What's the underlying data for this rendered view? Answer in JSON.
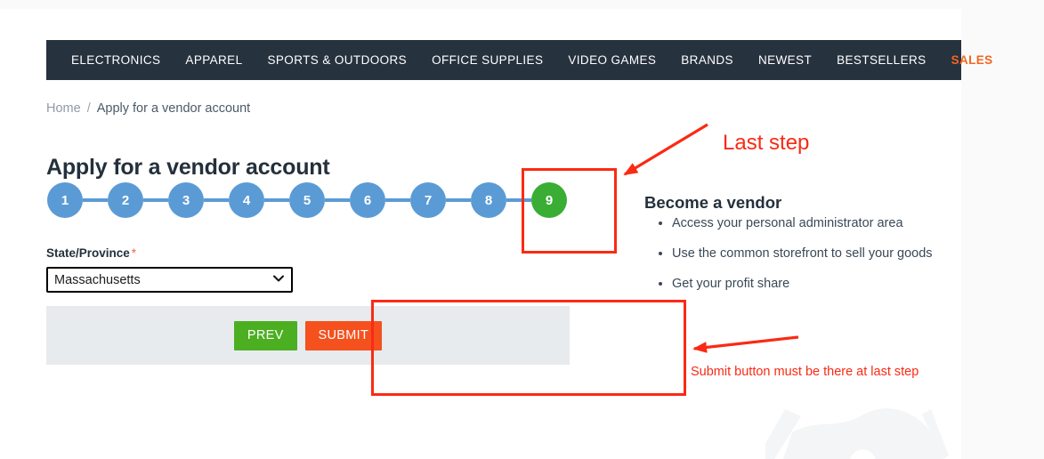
{
  "nav": {
    "items": [
      {
        "label": "ELECTRONICS",
        "highlight": false
      },
      {
        "label": "APPAREL",
        "highlight": false
      },
      {
        "label": "SPORTS & OUTDOORS",
        "highlight": false
      },
      {
        "label": "OFFICE SUPPLIES",
        "highlight": false
      },
      {
        "label": "VIDEO GAMES",
        "highlight": false
      },
      {
        "label": "BRANDS",
        "highlight": false
      },
      {
        "label": "NEWEST",
        "highlight": false
      },
      {
        "label": "BESTSELLERS",
        "highlight": false
      },
      {
        "label": "SALES",
        "highlight": true
      }
    ],
    "background_color": "#27323f",
    "sales_color": "#f4661e"
  },
  "breadcrumb": {
    "home": "Home",
    "separator": "/",
    "current": "Apply for a vendor account"
  },
  "page": {
    "title": "Apply for a vendor account"
  },
  "stepper": {
    "steps": [
      {
        "number": "1",
        "state": "done"
      },
      {
        "number": "2",
        "state": "done"
      },
      {
        "number": "3",
        "state": "done"
      },
      {
        "number": "4",
        "state": "done"
      },
      {
        "number": "5",
        "state": "done"
      },
      {
        "number": "6",
        "state": "done"
      },
      {
        "number": "7",
        "state": "done"
      },
      {
        "number": "8",
        "state": "done"
      },
      {
        "number": "9",
        "state": "active"
      }
    ],
    "done_color": "#5b9bd5",
    "active_color": "#3aad34",
    "total_steps": 9,
    "current_step": 9
  },
  "form": {
    "field_label": "State/Province",
    "required_marker": "*",
    "select_value": "Massachusetts",
    "select_options": [
      "Massachusetts"
    ],
    "buttons": {
      "prev": "PREV",
      "submit": "SUBMIT",
      "prev_color": "#4caf22",
      "submit_color": "#f4511e"
    },
    "panel_color": "#e7ebee"
  },
  "sidebar": {
    "heading": "Become a vendor",
    "benefits": [
      "Access your personal administrator area",
      "Use the common storefront to sell your goods",
      "Get your profit share"
    ]
  },
  "annotations": {
    "color": "#fa2a14",
    "last_step_text": "Last step",
    "submit_note_text": "Submit button must be there at last step"
  }
}
